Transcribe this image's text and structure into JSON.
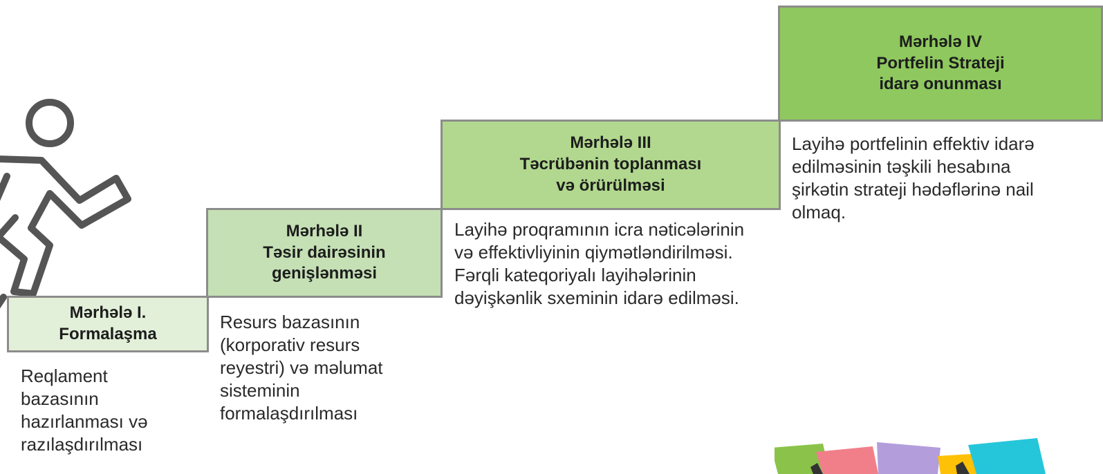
{
  "stages": [
    {
      "title_lines": [
        "Mərhələ I.",
        "Formalaşma"
      ],
      "description": "Reqlament bazasının hazırlanması və razılaşdırılması",
      "color": "#e2f0d9"
    },
    {
      "title_lines": [
        "Mərhələ II",
        "Təsir dairəsinin",
        "genişlənməsi"
      ],
      "description": "Resurs bazasının (korporativ resurs reyestri) və məlumat sisteminin formalaşdırılması",
      "color": "#c5e0b4"
    },
    {
      "title_lines": [
        "Mərhələ III",
        "Təcrübənin toplanması",
        "və örürülməsi"
      ],
      "description": "Layihə proqramının icra nəticələrinin və effektivliyinin qiymətləndirilməsi. Fərqli kateqoriyalı layihələrinin dəyişkənlik sxeminin idarə edilməsi.",
      "color": "#b1d88e"
    },
    {
      "title_lines": [
        "Mərhələ IV",
        "Portfelin Strateji",
        "idarə onunması"
      ],
      "description": "Layihə portfelinin effektiv idarə edilməsinin təşkili hesabına şirkətin strateji hədəflərinə nail olmaq.",
      "color": "#8ec85e"
    }
  ],
  "icons": {
    "runner": "running-person-icon",
    "notes": "sticky-notes-icon"
  },
  "colors": {
    "border": "#8c8c8c",
    "icon_stroke": "#555555"
  }
}
